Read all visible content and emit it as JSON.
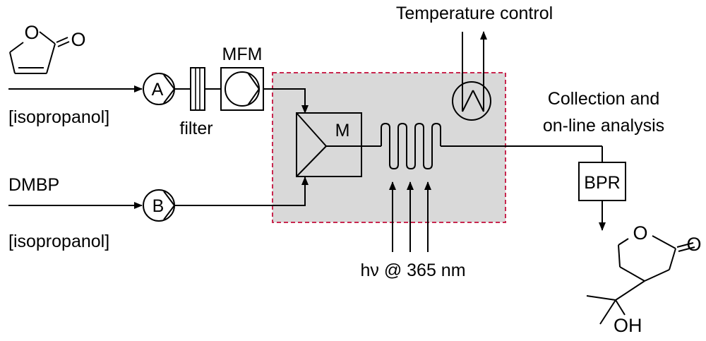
{
  "labels": {
    "temperature_control": "Temperature control",
    "mfm": "MFM",
    "filter": "filter",
    "feed_a_solvent": "[isopropanol]",
    "dmbp": "DMBP",
    "feed_b_solvent": "[isopropanol]",
    "pump_a": "A",
    "pump_b": "B",
    "mixer": "M",
    "collection_line1": "Collection and",
    "collection_line2": "on-line analysis",
    "bpr": "BPR",
    "light": "hν @ 365 nm",
    "reactant_ring_oxygen": "O",
    "reactant_carbonyl_oxygen": "O",
    "product_ring_oxygen": "O",
    "product_carbonyl_oxygen": "O",
    "product_hydroxyl": "OH"
  },
  "colors": {
    "reactor_fill": "#d9d9d9",
    "reactor_border": "#c8274f",
    "line": "#000000"
  }
}
